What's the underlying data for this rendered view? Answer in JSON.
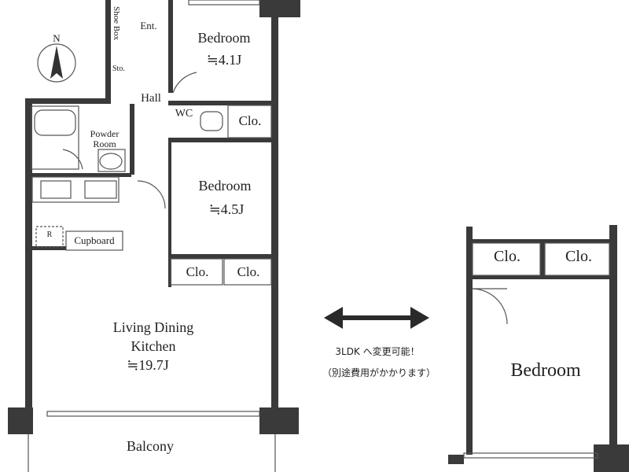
{
  "plan": {
    "compass": {
      "north_label": "N"
    },
    "rooms": {
      "entrance": "Ent.",
      "shoe_box": "Shoe Box",
      "storage": "Sto.",
      "hall": "Hall",
      "wc": "WC",
      "powder_room": "Powder\nRoom",
      "bedroom1": {
        "name": "Bedroom",
        "area": "≒4.1J"
      },
      "bedroom2": {
        "name": "Bedroom",
        "area": "≒4.5J"
      },
      "closet": "Clo.",
      "refrigerator": "R",
      "cupboard": "Cupboard",
      "ldk": {
        "name": "Living Dining\nKitchen",
        "area": "≒19.7J"
      },
      "balcony": "Balcony"
    },
    "alternative": {
      "note_line1": "3LDK へ変更可能！",
      "note_line2": "（別途費用がかかります）",
      "bedroom": "Bedroom",
      "closet_left": "Clo.",
      "closet_right": "Clo."
    }
  }
}
